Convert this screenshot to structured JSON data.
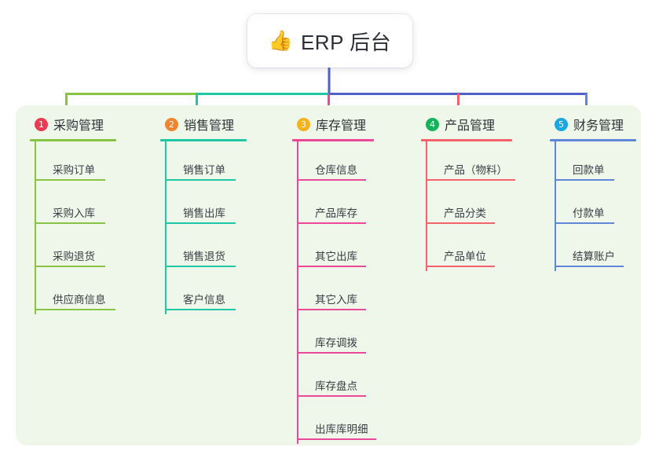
{
  "diagram": {
    "type": "mind-map",
    "root": {
      "emoji": "👍",
      "emoji_name": "thumbs-up-emoji",
      "title": "ERP 后台"
    },
    "panel_color": "#eff7ea",
    "branches": [
      {
        "index": "1",
        "title": "采购管理",
        "badge_color": "#ea3b52",
        "line_color": "#86c442",
        "children": [
          "采购订单",
          "采购入库",
          "采购退货",
          "供应商信息"
        ]
      },
      {
        "index": "2",
        "title": "销售管理",
        "badge_color": "#f08531",
        "line_color": "#1ec8a5",
        "children": [
          "销售订单",
          "销售出库",
          "销售退货",
          "客户信息"
        ]
      },
      {
        "index": "3",
        "title": "库存管理",
        "badge_color": "#f5b21b",
        "line_color": "#ec4899",
        "children": [
          "仓库信息",
          "产品库存",
          "其它出库",
          "其它入库",
          "库存调拨",
          "库存盘点",
          "出库库明细"
        ]
      },
      {
        "index": "4",
        "title": "产品管理",
        "badge_color": "#16b45a",
        "line_color": "#f4636b",
        "children": [
          "产品（物料）",
          "产品分类",
          "产品单位"
        ]
      },
      {
        "index": "5",
        "title": "财务管理",
        "badge_color": "#1aa7e0",
        "line_color": "#5f86d8",
        "children": [
          "回款单",
          "付款单",
          "结算账户"
        ]
      }
    ],
    "connectors": {
      "stem_color": "#4f5fc4",
      "bar_segment_1_color": "#86c442",
      "bar_segment_2_color": "#1ec8a5",
      "bar_segment_3_color": "#4f5fc4",
      "drop_1_color": "#86c442",
      "drop_2_color": "#1ec8a5",
      "drop_3_color": "#ec4899",
      "drop_4_color": "#f4636b",
      "drop_5_color": "#5f86d8"
    }
  }
}
